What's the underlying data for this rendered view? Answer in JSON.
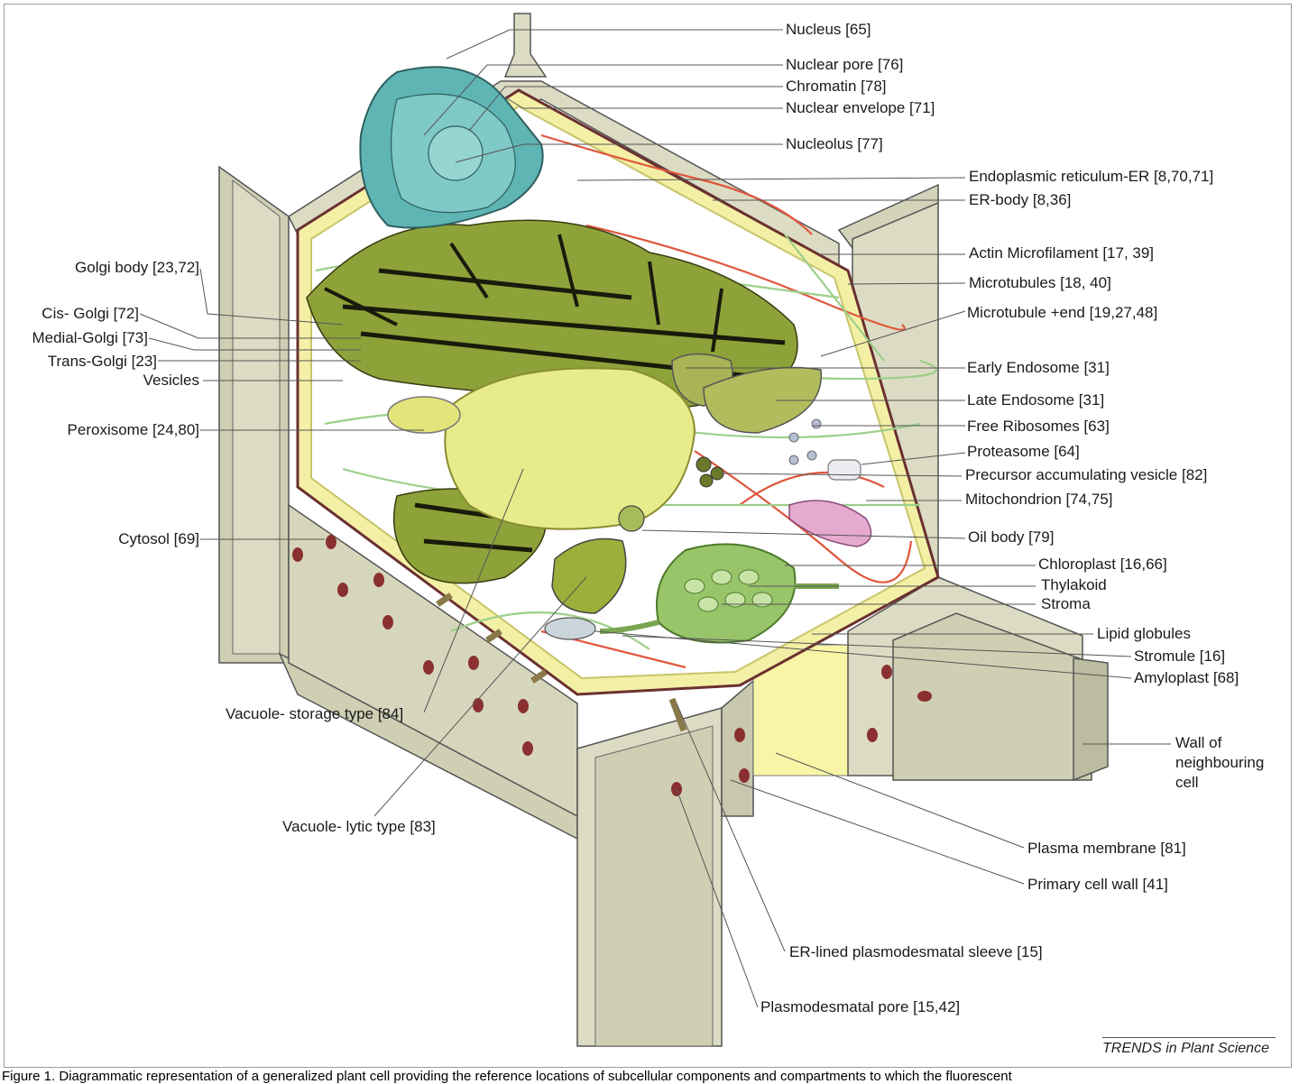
{
  "labels": {
    "nucleus": "Nucleus [65]",
    "nuclear_pore": "Nuclear pore [76]",
    "chromatin": "Chromatin [78]",
    "nuclear_envelope": "Nuclear envelope [71]",
    "nucleolus": "Nucleolus [77]",
    "er": "Endoplasmic reticulum-ER [8,70,71]",
    "er_body": "ER-body [8,36]",
    "actin": "Actin Microfilament [17, 39]",
    "microtubules": "Microtubules [18, 40]",
    "microtubule_end": "Microtubule +end [19,27,48]",
    "early_endosome": "Early Endosome [31]",
    "late_endosome": "Late Endosome [31]",
    "free_ribosomes": "Free Ribosomes [63]",
    "proteasome": "Proteasome [64]",
    "pac_vesicle": "Precursor accumulating vesicle [82]",
    "mitochondrion": "Mitochondrion [74,75]",
    "oil_body": "Oil body [79]",
    "chloroplast": "Chloroplast [16,66]",
    "thylakoid": "Thylakoid",
    "stroma": "Stroma",
    "lipid_globules": "Lipid globules",
    "stromule": "Stromule [16]",
    "amyloplast": "Amyloplast [68]",
    "neighbour_wall": "Wall of neighbouring cell",
    "plasma_membrane": "Plasma membrane [81]",
    "primary_wall": "Primary cell wall [41]",
    "er_sleeve": "ER-lined plasmodesmatal sleeve [15]",
    "pd_pore": "Plasmodesmatal pore [15,42]",
    "golgi_body": "Golgi body [23,72]",
    "cis_golgi": "Cis- Golgi [72]",
    "medial_golgi": "Medial-Golgi [73]",
    "trans_golgi": "Trans-Golgi [23]",
    "vesicles": "Vesicles",
    "peroxisome": "Peroxisome [24,80]",
    "cytosol": "Cytosol [69]",
    "vacuole_storage": "Vacuole- storage type [84]",
    "vacuole_lytic": "Vacuole- lytic type [83]"
  },
  "credit": "TRENDS in Plant Science",
  "caption": "Figure 1. Diagrammatic representation of a generalized plant cell providing the reference locations of subcellular components and compartments to which the fluorescent",
  "colors": {
    "wall": "#dcdcc4",
    "wall_dark": "#b9b99e",
    "cytoplasm_rim": "#f3f0a6",
    "er": "#8ea23a",
    "golgi": "#1a1a0c",
    "nucleus": "#5fb5b4",
    "vacuole": "#e8eb8a",
    "mitochondrion": "#e6a9cf",
    "chloroplast": "#98c46a",
    "actin": "#e0563c",
    "microtubule": "#9ccf8a"
  }
}
